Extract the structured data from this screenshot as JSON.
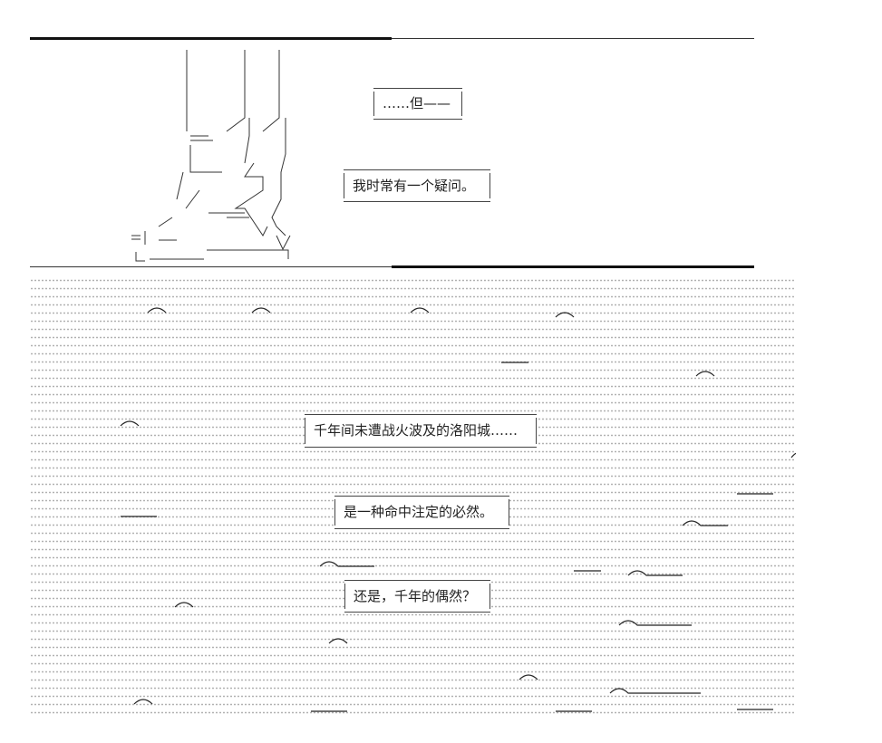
{
  "panel1": {
    "caption_1": "……但——",
    "caption_2": "我时常有一个疑问。"
  },
  "panel2": {
    "caption_1": "千年间未遭战火波及的洛阳城……",
    "caption_2": "是一种命中注定的必然。",
    "caption_3": "还是，千年的偶然？"
  }
}
